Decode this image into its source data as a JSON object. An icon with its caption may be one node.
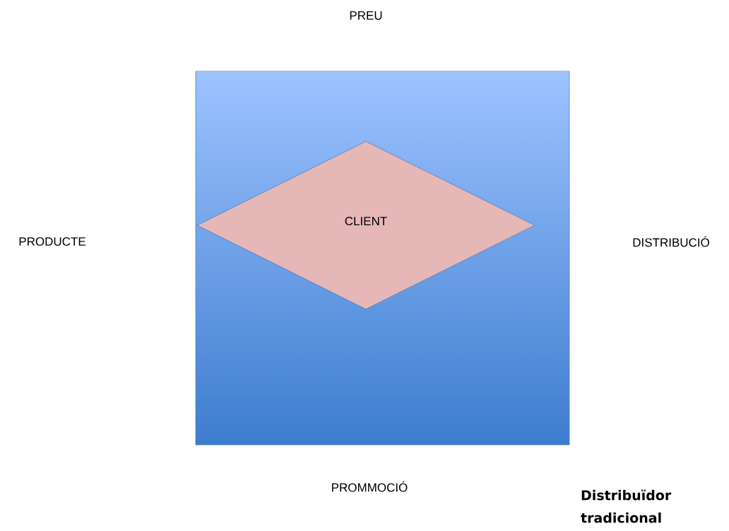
{
  "diagram": {
    "nodes": [
      {
        "text": [],
        "shape": "box"
      },
      {
        "text": [
          "CLIENT"
        ],
        "in": 0
      }
    ],
    "labels": [
      "PREU",
      "PRODUCTE",
      "DISTRIBUCIÓ",
      "PROMMOCIÓ",
      "Distribuïdor tradicional"
    ]
  }
}
